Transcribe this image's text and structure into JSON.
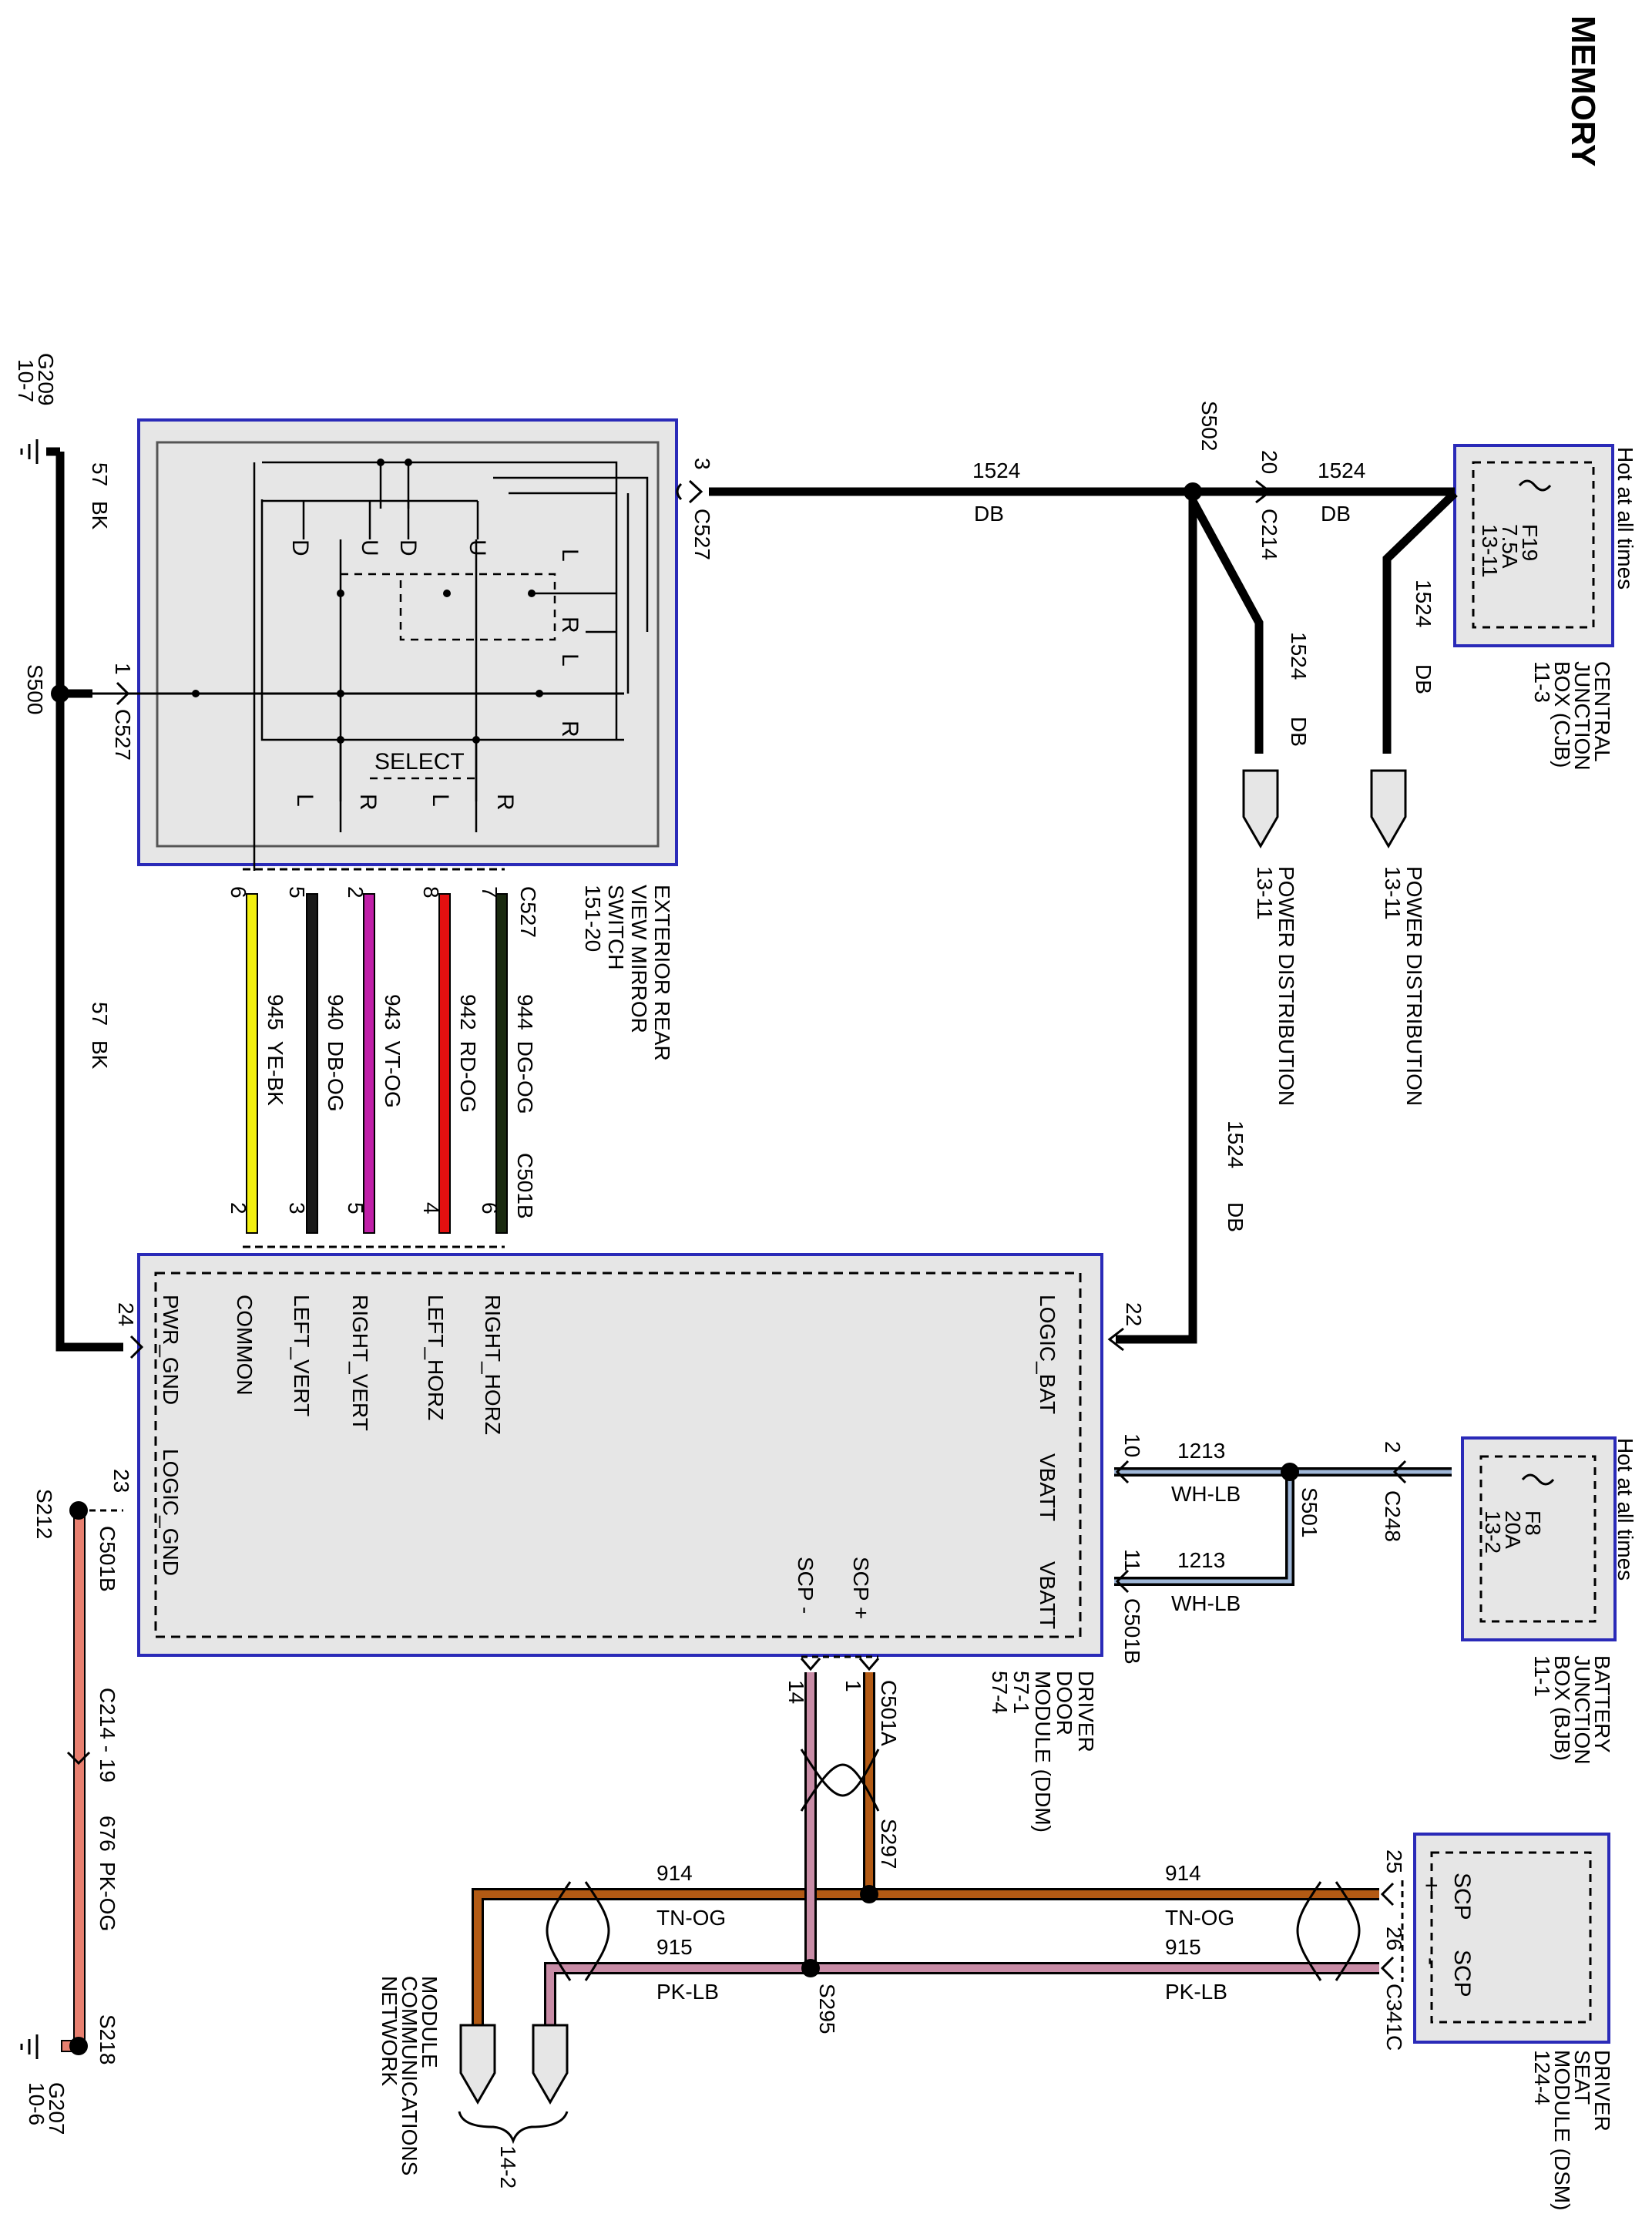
{
  "title": "MEMORY",
  "wires": {
    "w1524": {
      "circuit": "1524",
      "color": "DB"
    },
    "w57": {
      "circuit": "57",
      "color": "BK"
    },
    "w945": {
      "circuit": "945",
      "color": "YE-BK"
    },
    "w940": {
      "circuit": "940",
      "color": "DB-OG"
    },
    "w943": {
      "circuit": "943",
      "color": "VT-OG"
    },
    "w942": {
      "circuit": "942",
      "color": "RD-OG"
    },
    "w944": {
      "circuit": "944",
      "color": "DG-OG"
    },
    "w1213": {
      "circuit": "1213",
      "color": "WH-LB"
    },
    "w914": {
      "circuit": "914",
      "color": "TN-OG"
    },
    "w915": {
      "circuit": "915",
      "color": "PK-LB"
    },
    "w676": {
      "circuit": "676",
      "color": "PK-OG"
    }
  },
  "grounds": {
    "g209": {
      "id": "G209",
      "ref": "10-7"
    },
    "g207": {
      "id": "G207",
      "ref": "10-6"
    }
  },
  "splices": {
    "s500": "S500",
    "s502": "S502",
    "s501": "S501",
    "s212": "S212",
    "s218": "S218",
    "s297": "S297",
    "s295": "S295"
  },
  "connectors": {
    "c527": "C527",
    "c214": "C214",
    "c501b": "C501B",
    "c248": "C248",
    "c501a": "C501A",
    "c341c": "C341C",
    "c214_19": "C214 - 19"
  },
  "pins": {
    "c527_3": "3",
    "c527_1": "1",
    "c214_20": "20",
    "c248_2": "2",
    "ddm_22": "22",
    "ddm_24": "24",
    "ddm_23": "23",
    "ddm_10": "10",
    "ddm_11": "11",
    "ddm_1": "1",
    "ddm_14": "14",
    "dsm_25": "25",
    "dsm_26": "26",
    "sw_6": "6",
    "sw_5": "5",
    "sw_2": "2",
    "sw_8": "8",
    "sw_7": "7",
    "ddm_2": "2",
    "ddm_3": "3",
    "ddm_5": "5",
    "ddm_4": "4",
    "ddm_6": "6"
  },
  "cjb": {
    "hot": "Hot at all times",
    "fuse": "F19",
    "rating": "7.5A",
    "ref": "13-11",
    "name_l1": "CENTRAL",
    "name_l2": "JUNCTION",
    "name_l3": "BOX (CJB)",
    "name_ref": "11-3"
  },
  "bjb": {
    "hot": "Hot at all times",
    "fuse": "F8",
    "rating": "20A",
    "ref": "13-2",
    "name_l1": "BATTERY",
    "name_l2": "JUNCTION",
    "name_l3": "BOX (BJB)",
    "name_ref": "11-1"
  },
  "power_dist": {
    "label": "POWER DISTRIBUTION",
    "ref": "13-11"
  },
  "mirror_switch": {
    "l1": "EXTERIOR REAR",
    "l2": "VIEW MIRROR",
    "l3": "SWITCH",
    "ref": "151-20",
    "select": "SELECT",
    "contacts": [
      "D",
      "U",
      "D",
      "U",
      "L",
      "R",
      "L",
      "R",
      "L",
      "R",
      "L",
      "R"
    ]
  },
  "ddm": {
    "l1": "DRIVER",
    "l2": "DOOR",
    "l3": "MODULE (DDM)",
    "ref1": "57-1",
    "ref2": "57-4",
    "pins": {
      "pwr_gnd": "PWR_GND",
      "logic_gnd": "LOGIC_GND",
      "common": "COMMON",
      "left_vert": "LEFT_VERT",
      "right_vert": "RIGHT_VERT",
      "left_horz": "LEFT_HORZ",
      "right_horz": "RIGHT_HORZ",
      "logic_bat": "LOGIC_BAT",
      "vbatt1": "VBATT",
      "vbatt2": "VBATT",
      "scp_plus": "SCP +",
      "scp_minus": "SCP -"
    }
  },
  "dsm": {
    "l1": "DRIVER",
    "l2": "SEAT",
    "l3": "MODULE (DSM)",
    "ref": "124-4",
    "scp": "SCP",
    "plus": "+",
    "minus": "-"
  },
  "mcn": {
    "l1": "MODULE",
    "l2": "COMMUNICATIONS",
    "l3": "NETWORK",
    "ref": "14-2"
  },
  "colors": {
    "black": "#000000",
    "box_border": "#2a2ab8",
    "box_fill": "#e6e6e6",
    "yellow": "#f2ef10",
    "violet": "#c020a8",
    "red": "#e41010",
    "dark_green": "#1a2a10",
    "brown": "#b25a14",
    "pink": "#c88ca6",
    "pink_og": "#e88070",
    "white_blue": "#9fb7d8"
  }
}
